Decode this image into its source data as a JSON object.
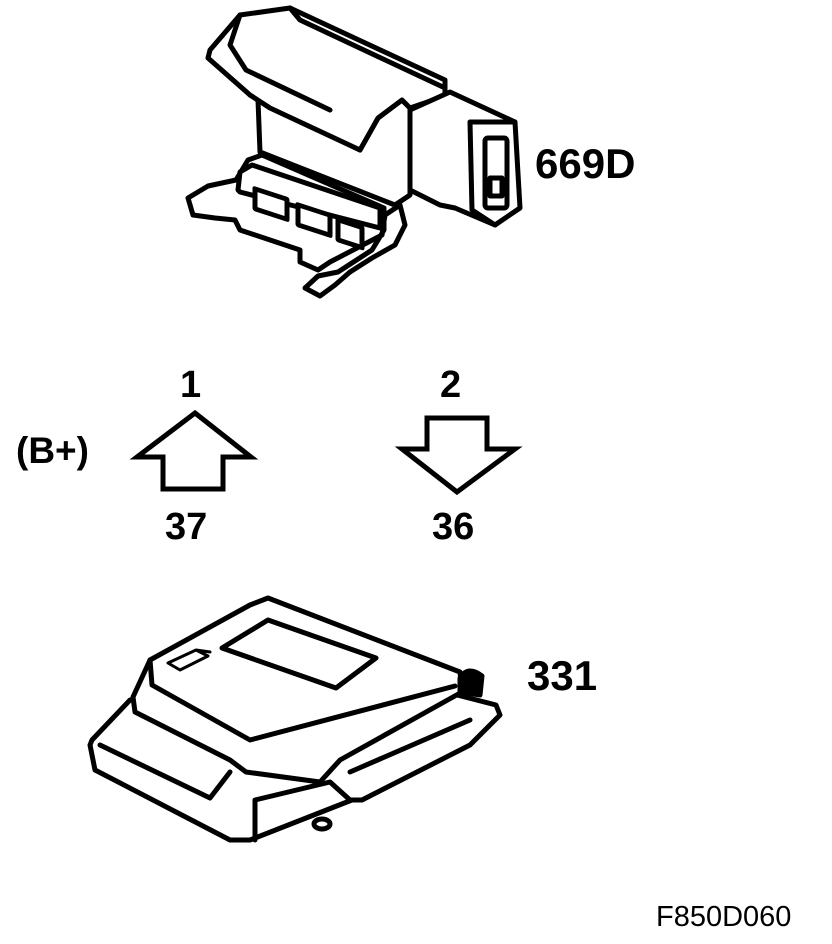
{
  "labels": {
    "sensor_part": "669D",
    "control_module_part": "331",
    "supply": "(B+)",
    "wire_up_top": "1",
    "wire_up_bottom": "37",
    "wire_down_top": "2",
    "wire_down_bottom": "36",
    "figure_ref": "F850D060"
  },
  "colors": {
    "line": "#000000",
    "background": "#ffffff"
  },
  "icons": {
    "up": "arrow-up-icon",
    "down": "arrow-down-icon"
  }
}
